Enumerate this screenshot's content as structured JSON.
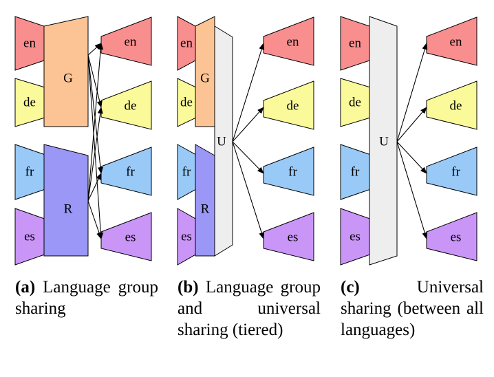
{
  "colors": {
    "en": "#f98e8e",
    "de": "#fafa9a",
    "fr": "#98c9f7",
    "es": "#c995f7",
    "G": "#fcc495",
    "R": "#9a97f7",
    "U": "#eeeeee",
    "stroke": "#000000"
  },
  "panels": [
    {
      "id": "a",
      "caption_letter": "(a)",
      "caption_text": "Language group sharing",
      "encoders": [
        "en",
        "de",
        "fr",
        "es"
      ],
      "shared_labels": [
        "G",
        "R"
      ],
      "decoders": [
        "en",
        "de",
        "fr",
        "es"
      ]
    },
    {
      "id": "b",
      "caption_letter": "(b)",
      "caption_text": "Language group and universal sharing (tiered)",
      "encoders": [
        "en",
        "de",
        "fr",
        "es"
      ],
      "shared_labels": [
        "G",
        "R",
        "U"
      ],
      "decoders": [
        "en",
        "de",
        "fr",
        "es"
      ]
    },
    {
      "id": "c",
      "caption_letter": "(c)",
      "caption_text": "Universal sharing (between all languages)",
      "encoders": [
        "en",
        "de",
        "fr",
        "es"
      ],
      "shared_labels": [
        "U"
      ],
      "decoders": [
        "en",
        "de",
        "fr",
        "es"
      ]
    }
  ]
}
